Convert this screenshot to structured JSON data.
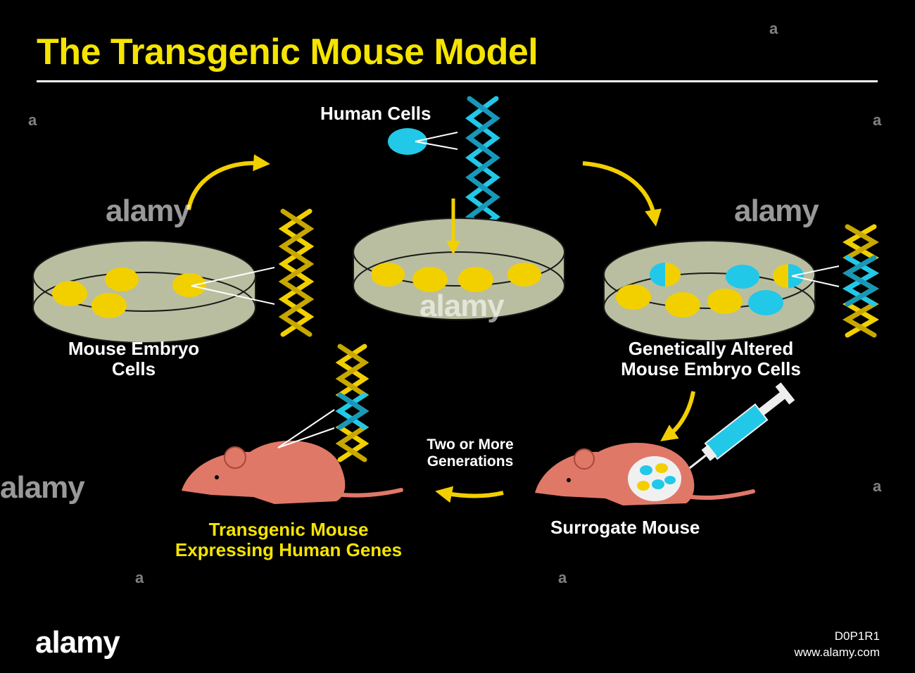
{
  "title": "The Transgenic Mouse Model",
  "labels": {
    "human_cells": "Human Cells",
    "mouse_embryo_cells": [
      "Mouse Embryo",
      "Cells"
    ],
    "genetically_altered": [
      "Genetically Altered",
      "Mouse Embryo Cells"
    ],
    "two_or_more_generations": [
      "Two or More",
      "Generations"
    ],
    "surrogate_mouse": "Surrogate Mouse",
    "transgenic_mouse": [
      "Transgenic Mouse",
      "Expressing Human Genes"
    ]
  },
  "watermark": {
    "brand": "alamy",
    "mark": "a",
    "image_id": "D0P1R1",
    "site": "www.alamy.com"
  },
  "colors": {
    "background": "#000000",
    "title": "#f5e400",
    "cell_yellow": "#f2d000",
    "dna_yellow": "#f2d000",
    "dna_cyan": "#22c8e8",
    "human_cell": "#22c8e8",
    "dish": "#b9bea0",
    "mouse": "#e07868",
    "arrow": "#f2d000"
  },
  "icons": [
    "dna-helix-icon",
    "petri-dish-icon",
    "mouse-icon",
    "syringe-icon",
    "arrow-icon"
  ]
}
